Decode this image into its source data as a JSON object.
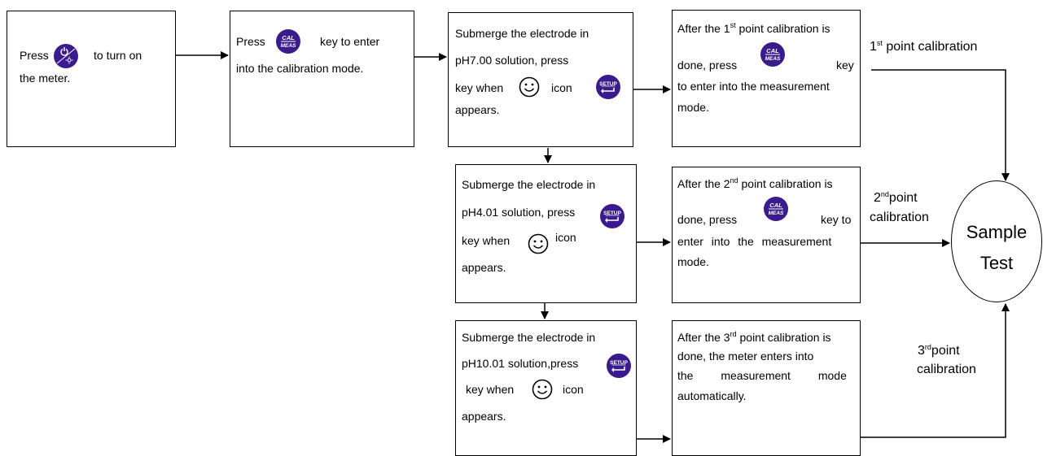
{
  "steps": {
    "s1": {
      "l1a": "Press",
      "l1b": "to turn on",
      "l2": "the meter."
    },
    "s2": {
      "l1a": "Press",
      "l1b": "key to enter",
      "l2": "into the calibration mode."
    },
    "s3": {
      "l1": "Submerge the electrode in",
      "l2": "pH7.00 solution, press",
      "l3a": "key when",
      "l3b": "icon",
      "l4": "appears."
    },
    "s4": {
      "l1a": "After the 1",
      "l1sup": "st",
      "l1b": " point calibration is",
      "l2a": "done, press",
      "l2b": "key",
      "l3": "to enter into the measurement",
      "l4": "mode."
    },
    "s5": {
      "l1": "Submerge the electrode in",
      "l2": "pH4.01 solution, press",
      "l3a": "key when",
      "l3b": "icon",
      "l4": "appears."
    },
    "s6": {
      "l1a": "After the 2",
      "l1sup": "nd",
      "l1b": " point calibration is",
      "l2a": "done, press",
      "l2b": "key to",
      "l3": "enter into the measurement",
      "l4": "mode."
    },
    "s7": {
      "l1": "Submerge the electrode in",
      "l2": "pH10.01 solution,press",
      "l3a": "key when",
      "l3b": "icon",
      "l4": "appears."
    },
    "s8": {
      "l1a": "After the 3",
      "l1sup": "rd",
      "l1b": " point calibration is",
      "l2": "done, the meter enters into",
      "l3": "the measurement mode",
      "l4": "automatically."
    }
  },
  "labels": {
    "first": {
      "num": "1",
      "sup": "st",
      "text": " point calibration"
    },
    "second": {
      "num": "2",
      "sup": "nd",
      "text": "point",
      "l2": "calibration"
    },
    "third": {
      "num": "3",
      "sup": "rd",
      "text": "point",
      "l2": "calibration"
    }
  },
  "sample_test": {
    "l1": "Sample",
    "l2": "Test"
  },
  "keys": {
    "cal_top": "CAL",
    "cal_bottom": "MEAS",
    "setup": "SETUP"
  },
  "colors": {
    "key_fill": "#3a1a8c",
    "line": "#000000"
  },
  "icons": [
    "power-key-icon",
    "cal-meas-key-icon",
    "setup-enter-key-icon",
    "smiley-icon"
  ]
}
